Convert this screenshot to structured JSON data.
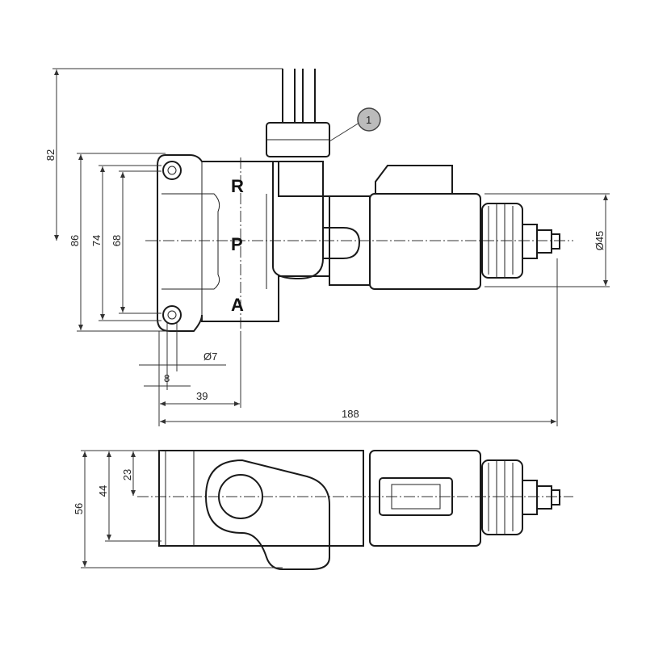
{
  "drawing": {
    "top_view": {
      "port_labels": {
        "r": "R",
        "p": "P",
        "a": "A"
      },
      "callout": "1",
      "dims": {
        "h82": "82",
        "h86": "86",
        "h74": "74",
        "h68": "68",
        "d45": "Ø45",
        "d7": "Ø7",
        "w8": "8",
        "w39": "39",
        "w188": "188"
      }
    },
    "bottom_view": {
      "dims": {
        "h56": "56",
        "h44": "44",
        "h23": "23"
      }
    }
  }
}
